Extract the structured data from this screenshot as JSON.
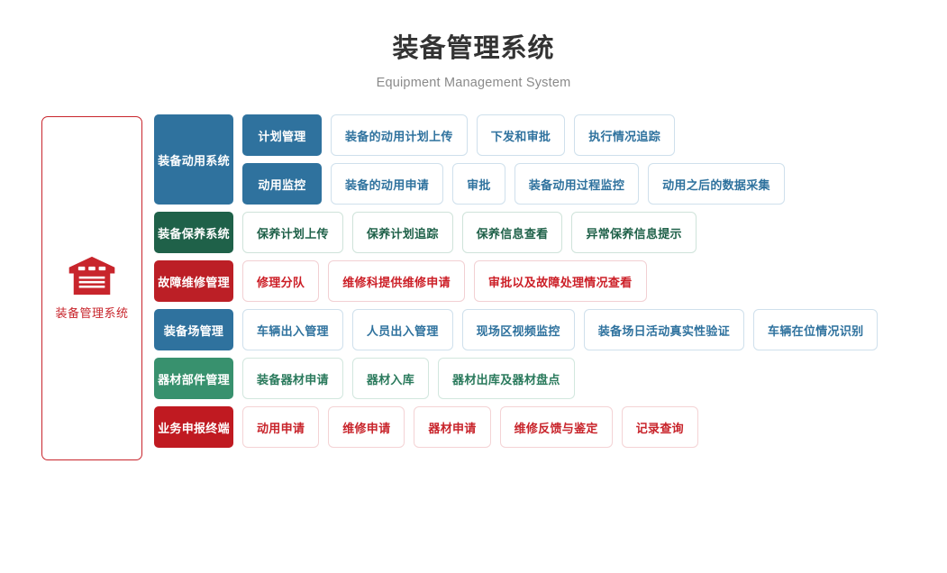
{
  "header": {
    "title": "装备管理系统",
    "subtitle": "Equipment Management System"
  },
  "left_panel": {
    "icon": "warehouse-icon",
    "label": "装备管理系统",
    "border_color": "#c8252c",
    "text_color": "#c8252c"
  },
  "palette": {
    "blue": "#2f729e",
    "dark_green": "#1f6149",
    "light_green": "#38916e",
    "red": "#bc1f26",
    "crimson": "#c01a21",
    "title_color": "#333333",
    "subtitle_color": "#8a8a8a"
  },
  "rows": [
    {
      "category": "装备动用系统",
      "theme": "blue",
      "stacked": true,
      "subrows": [
        {
          "lead": "计划管理",
          "items": [
            "装备的动用计划上传",
            "下发和审批",
            "执行情况追踪"
          ]
        },
        {
          "lead": "动用监控",
          "items": [
            "装备的动用申请",
            "审批",
            "装备动用过程监控",
            "动用之后的数据采集"
          ]
        }
      ]
    },
    {
      "category": "装备保养系统",
      "theme": "green",
      "stacked": false,
      "subrows": [
        {
          "lead": null,
          "items": [
            "保养计划上传",
            "保养计划追踪",
            "保养信息查看",
            "异常保养信息提示"
          ]
        }
      ]
    },
    {
      "category": "故障维修管理",
      "theme": "red",
      "stacked": false,
      "subrows": [
        {
          "lead": null,
          "items": [
            "修理分队",
            "维修科提供维修申请",
            "审批以及故障处理情况查看"
          ]
        }
      ]
    },
    {
      "category": "装备场管理",
      "theme": "blue",
      "stacked": false,
      "subrows": [
        {
          "lead": null,
          "items": [
            "车辆出入管理",
            "人员出入管理",
            "现场区视频监控",
            "装备场日活动真实性验证",
            "车辆在位情况识别"
          ]
        }
      ]
    },
    {
      "category": "器材部件管理",
      "theme": "green2",
      "stacked": false,
      "subrows": [
        {
          "lead": null,
          "items": [
            "装备器材申请",
            "器材入库",
            "器材出库及器材盘点"
          ]
        }
      ]
    },
    {
      "category": "业务申报终端",
      "theme": "red2",
      "stacked": false,
      "subrows": [
        {
          "lead": null,
          "items": [
            "动用申请",
            "维修申请",
            "器材申请",
            "维修反馈与鉴定",
            "记录查询"
          ]
        }
      ]
    }
  ]
}
